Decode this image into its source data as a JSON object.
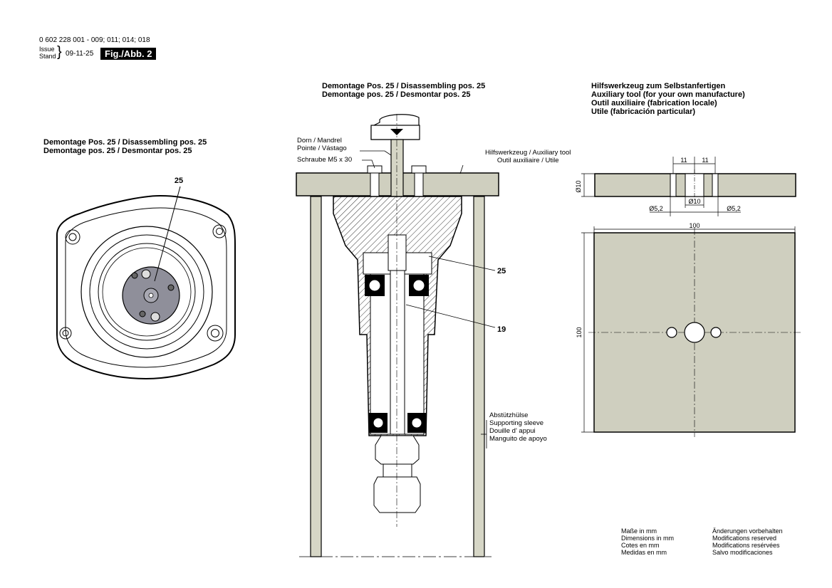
{
  "header": {
    "part_numbers": "0 602 228 001 - 009; 011; 014; 018",
    "issue_label": "Issue",
    "stand_label": "Stand",
    "date": "09-11-25",
    "figure_badge": "Fig./Abb. 2"
  },
  "left_view": {
    "title_line1": "Demontage Pos. 25 / Disassembling pos. 25",
    "title_line2": "Demontage pos. 25 / Desmontar pos. 25",
    "callout": "25"
  },
  "center_view": {
    "title_line1": "Demontage Pos. 25 / Disassembling pos. 25",
    "title_line2": "Demontage pos. 25 / Desmontar pos. 25",
    "mandrel_line1": "Dorn / Mandrel",
    "mandrel_line2": "Pointe / Vástago",
    "screw_label": "Schraube M5 x 30",
    "aux_tool_line1": "Hilfswerkzeug / Auxiliary tool",
    "aux_tool_line2": "Outil auxiliaire / Utile",
    "callout_25": "25",
    "callout_19": "19",
    "sleeve_line1": "Abstützhülse",
    "sleeve_line2": "Supporting sleeve",
    "sleeve_line3": "Douille d' appui",
    "sleeve_line4": "Manguito de apoyo"
  },
  "right_view": {
    "title_line1": "Hilfswerkzeug zum Selbstanfertigen",
    "title_line2": "Auxiliary tool (for your own manufacture)",
    "title_line3": "Outil auxiliaire (fabrication locale)",
    "title_line4": "Utile (fabricación particular)",
    "dim_11a": "11",
    "dim_11b": "11",
    "dim_d10_side": "Ø10",
    "dim_d5_left": "Ø5,2",
    "dim_d10_center": "Ø10",
    "dim_d5_right": "Ø5,2",
    "dim_100_top": "100",
    "dim_100_side": "100"
  },
  "legend": {
    "units_de": "Maße in mm",
    "units_en": "Dimensions in mm",
    "units_fr": "Cotes en mm",
    "units_es": "Medidas en mm",
    "mod_de": "Änderungen vorbehalten",
    "mod_en": "Modifications reserved",
    "mod_fr": "Modifications resérvées",
    "mod_es": "Salvo modificaciones"
  },
  "colors": {
    "tool_fill": "#cfcfbf",
    "sleeve_fill": "#d6d6c6",
    "disc_fill": "#8f8f9a",
    "line": "#000000"
  }
}
